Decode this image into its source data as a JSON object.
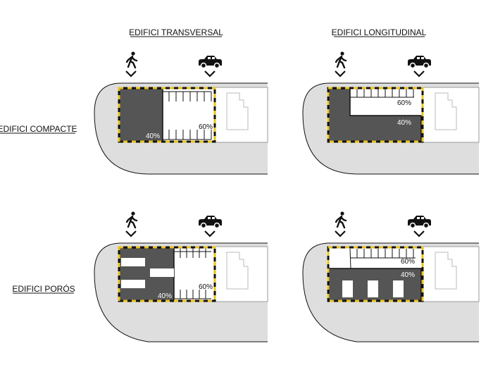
{
  "labels": {
    "col_transversal": "EDIFICI TRANSVERSAL",
    "col_longitudinal": "EDIFICI LONGITUDINAL",
    "row_compacte": "EDIFICI COMPACTE",
    "row_poros": "EDIFICI PORÓS"
  },
  "percentages": {
    "built": "40%",
    "open": "60%"
  },
  "icons": {
    "pedestrian": "pedestrian-icon",
    "car": "car-icon",
    "arrow": "chevron-down-icon"
  },
  "colors": {
    "street": "#dedede",
    "building": "#555555",
    "outline": "#111111",
    "dash": "#e8c21e"
  }
}
